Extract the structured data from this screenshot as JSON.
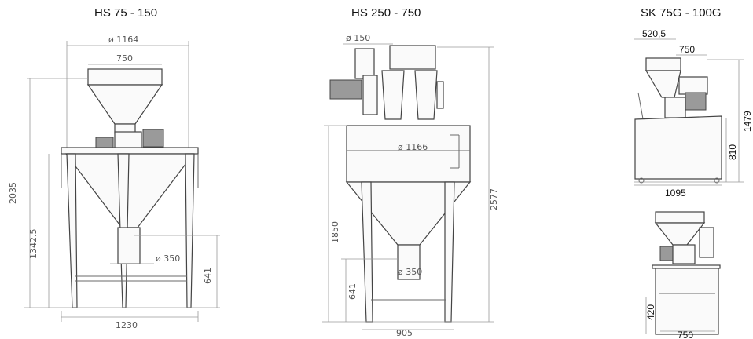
{
  "drawings": [
    {
      "title": "HS 75 - 150",
      "dims": {
        "top_dia": "ø 1164",
        "hopper_w": "750",
        "height": "2035",
        "leg_h": "1342.5",
        "outlet": "ø 350",
        "out_h": "641",
        "base_w": "1230"
      }
    },
    {
      "title": "HS 250 - 750",
      "dims": {
        "inlet": "ø 150",
        "body_dia": "ø 1166",
        "height": "2577",
        "leg_h": "1850",
        "outlet": "ø 350",
        "out_h": "641",
        "base_w": "905"
      }
    },
    {
      "title": "SK 75G - 100G",
      "dims": {
        "offset": "520,5",
        "hopper_w": "750",
        "height": "1479",
        "table_h": "810",
        "length": "1095",
        "leg_h": "420",
        "width": "750"
      }
    }
  ]
}
